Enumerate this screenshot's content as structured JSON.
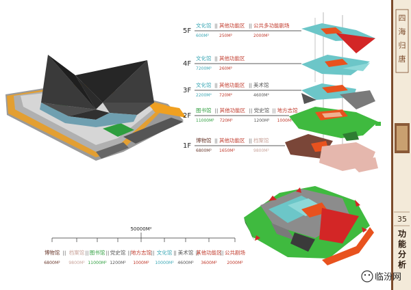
{
  "floors": [
    {
      "label": "5F",
      "items": [
        {
          "name": "文化馆",
          "area": "600M²",
          "color": "#3ba7b5"
        },
        {
          "name": "其他功能区",
          "area": "250M²",
          "color": "#c0392b"
        },
        {
          "name": "公共多功能剧场",
          "area": "2000M²",
          "color": "#c0392b"
        }
      ]
    },
    {
      "label": "4F",
      "items": [
        {
          "name": "文化馆",
          "area": "7200M²",
          "color": "#3ba7b5"
        },
        {
          "name": "其他功能区",
          "area": "260M²",
          "color": "#c0392b"
        }
      ]
    },
    {
      "label": "3F",
      "items": [
        {
          "name": "文化馆",
          "area": "2200M²",
          "color": "#3ba7b5"
        },
        {
          "name": "其他功能区",
          "area": "720M²",
          "color": "#c0392b"
        },
        {
          "name": "美术馆",
          "area": "4600M²",
          "color": "#555555"
        }
      ]
    },
    {
      "label": "2F",
      "items": [
        {
          "name": "图书馆",
          "area": "11000M²",
          "color": "#2e9e3e"
        },
        {
          "name": "其他功能区",
          "area": "720M²",
          "color": "#c0392b"
        },
        {
          "name": "党史馆",
          "area": "1200M²",
          "color": "#555555"
        },
        {
          "name": "地方志馆",
          "area": "1000M²",
          "color": "#c0392b"
        }
      ]
    },
    {
      "label": "1F",
      "items": [
        {
          "name": "博物馆",
          "area": "6800M²",
          "color": "#6b3a2e"
        },
        {
          "name": "其他功能区",
          "area": "1650M²",
          "color": "#c0392b"
        },
        {
          "name": "档案馆",
          "area": "9800M²",
          "color": "#c9a39a"
        }
      ]
    }
  ],
  "total": "50000M²",
  "tree": [
    {
      "name": "博物馆",
      "area": "6800M²",
      "color": "#6b3a2e"
    },
    {
      "name": "档案馆",
      "area": "9800M²",
      "color": "#c9a39a"
    },
    {
      "name": "图书馆",
      "area": "11000M²",
      "color": "#2e9e3e"
    },
    {
      "name": "党史馆",
      "area": "1200M²",
      "color": "#555555"
    },
    {
      "name": "地方志馆",
      "area": "1000M²",
      "color": "#c0392b"
    },
    {
      "name": "文化馆",
      "area": "10000M²",
      "color": "#3ba7b5"
    },
    {
      "name": "美术馆",
      "area": "4600M²",
      "color": "#555555"
    },
    {
      "name": "其他功能区",
      "area": "3600M²",
      "color": "#c0392b"
    },
    {
      "name": "公共剧场",
      "area": "2000M²",
      "color": "#c0392b"
    }
  ],
  "sidebar": {
    "top_title": "四海归唐",
    "page_number": "35",
    "bottom_title": "功能分析"
  },
  "watermark": "临汾网"
}
